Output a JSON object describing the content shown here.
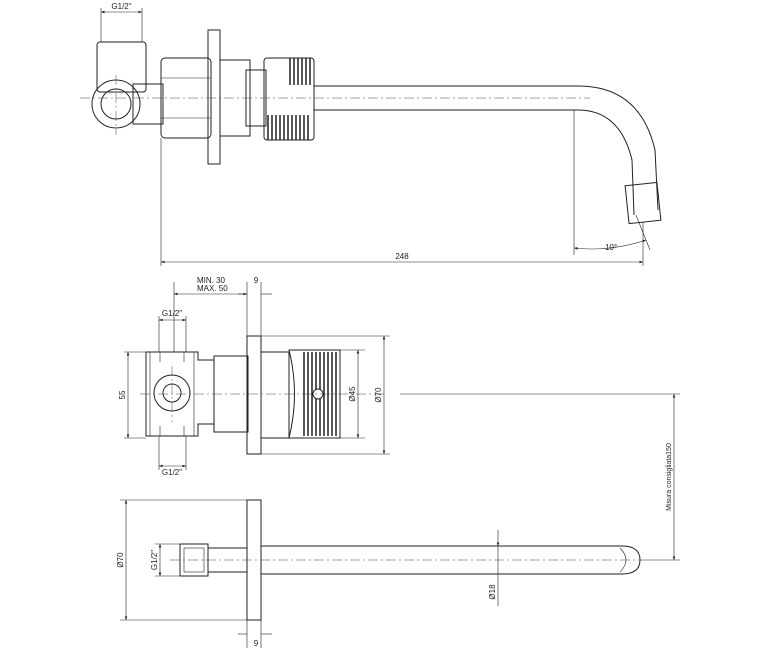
{
  "dimensions": {
    "top_thread": "G1/2\"",
    "overall_length": "248",
    "spout_angle": "10°",
    "depth_min": "MIN. 30",
    "depth_max": "MAX. 50",
    "plate_thickness_mid": "9",
    "side_thread_top": "G1/2\"",
    "side_thread_bottom": "G1/2\"",
    "body_height": "55",
    "knob_diameter": "Ø45",
    "plate_diameter_mid": "Ø70",
    "recommended_distance": "Misura consigliata150",
    "plate_diameter_bottom": "Ø70",
    "bottom_thread": "G1/2\"",
    "spout_diameter": "Ø18",
    "plate_thickness_bottom": "9"
  }
}
